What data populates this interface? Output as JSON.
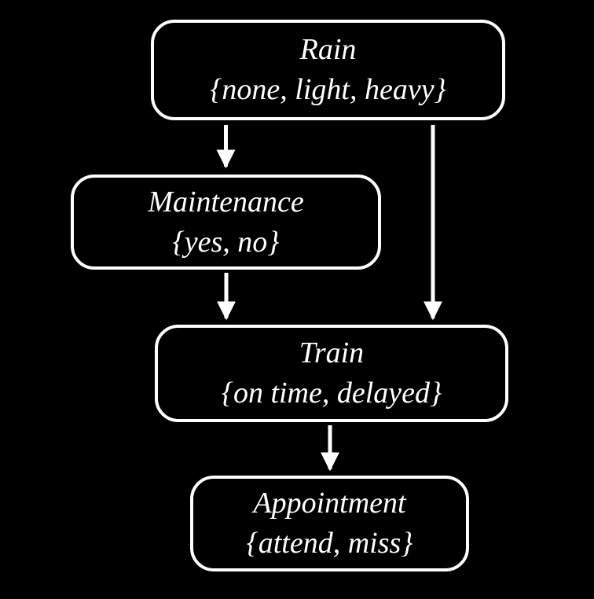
{
  "diagram": {
    "type": "bayesian-network",
    "background_color": "#000000",
    "node_border_color": "#ffffff",
    "text_color": "#ffffff",
    "arrow_color": "#ffffff",
    "nodes": [
      {
        "id": "rain",
        "label": "Rain",
        "domain": "{none, light, heavy}"
      },
      {
        "id": "maintenance",
        "label": "Maintenance",
        "domain": "{yes, no}"
      },
      {
        "id": "train",
        "label": "Train",
        "domain": "{on time, delayed}"
      },
      {
        "id": "appointment",
        "label": "Appointment",
        "domain": "{attend, miss}"
      }
    ],
    "edges": [
      {
        "from": "rain",
        "to": "maintenance"
      },
      {
        "from": "rain",
        "to": "train"
      },
      {
        "from": "maintenance",
        "to": "train"
      },
      {
        "from": "train",
        "to": "appointment"
      }
    ]
  }
}
